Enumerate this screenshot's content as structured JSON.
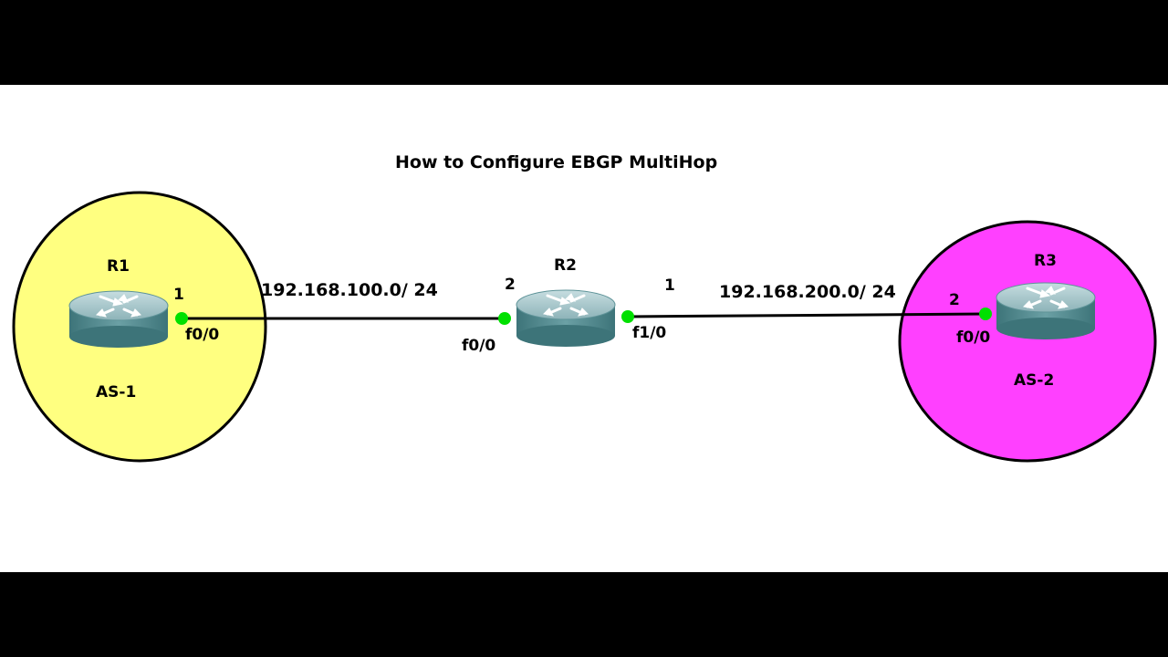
{
  "title": "How to Configure EBGP MultiHop",
  "colors": {
    "as1_fill": "#FFFF80",
    "as2_fill": "#FF40FF",
    "port_dot": "#00E000",
    "router_body": "#4E8A8F",
    "router_top": "#A9C8CC",
    "link": "#000000"
  },
  "autonomous_systems": [
    {
      "label": "AS-1"
    },
    {
      "label": "AS-2"
    }
  ],
  "routers": [
    {
      "name": "R1",
      "icon": "router-icon"
    },
    {
      "name": "R2",
      "icon": "router-icon"
    },
    {
      "name": "R3",
      "icon": "router-icon"
    }
  ],
  "links": [
    {
      "network": "192.168.100.0/ 24",
      "a_port": "f0/0",
      "a_host": "1",
      "b_port": "f0/0",
      "b_host": "2"
    },
    {
      "network": "192.168.200.0/ 24",
      "a_port": "f1/0",
      "a_host": "1",
      "b_port": "f0/0",
      "b_host": "2"
    }
  ]
}
